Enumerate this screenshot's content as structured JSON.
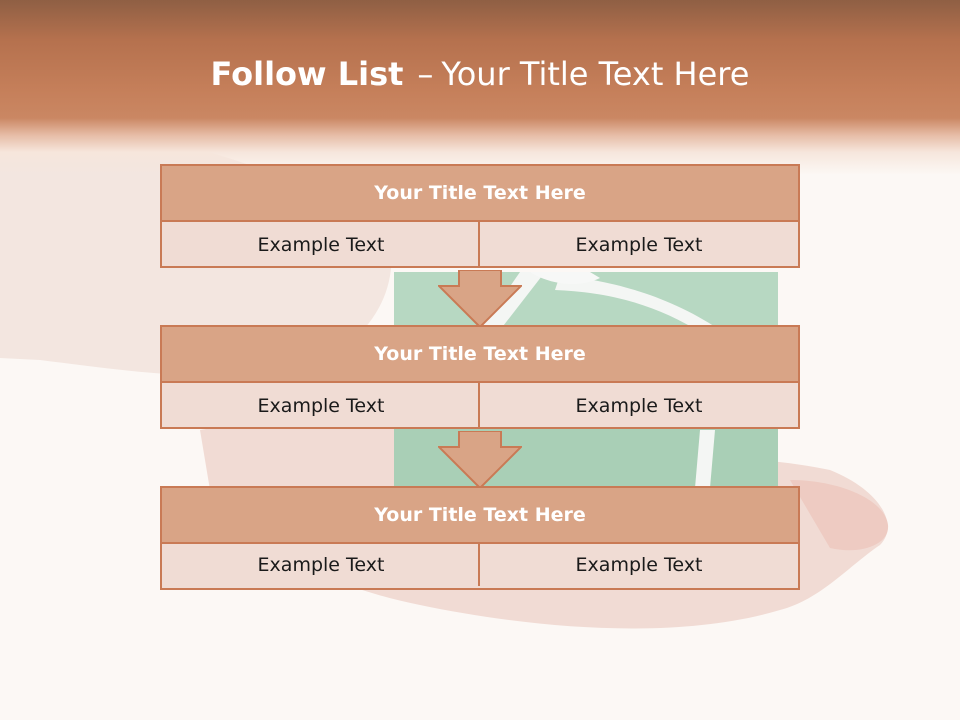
{
  "header": {
    "title_bold": "Follow List",
    "title_dash": "–",
    "title_rest": "Your Title Text Here"
  },
  "blocks": [
    {
      "title": "Your Title Text Here",
      "left": "Example Text",
      "right": "Example Text"
    },
    {
      "title": "Your Title Text Here",
      "left": "Example Text",
      "right": "Example Text"
    },
    {
      "title": "Your Title Text Here",
      "left": "Example Text",
      "right": "Example Text"
    }
  ],
  "colors": {
    "header": "#c57f5a",
    "block_title": "#d9a486",
    "block_body": "#f0dcd4",
    "border": "#c97a55"
  }
}
